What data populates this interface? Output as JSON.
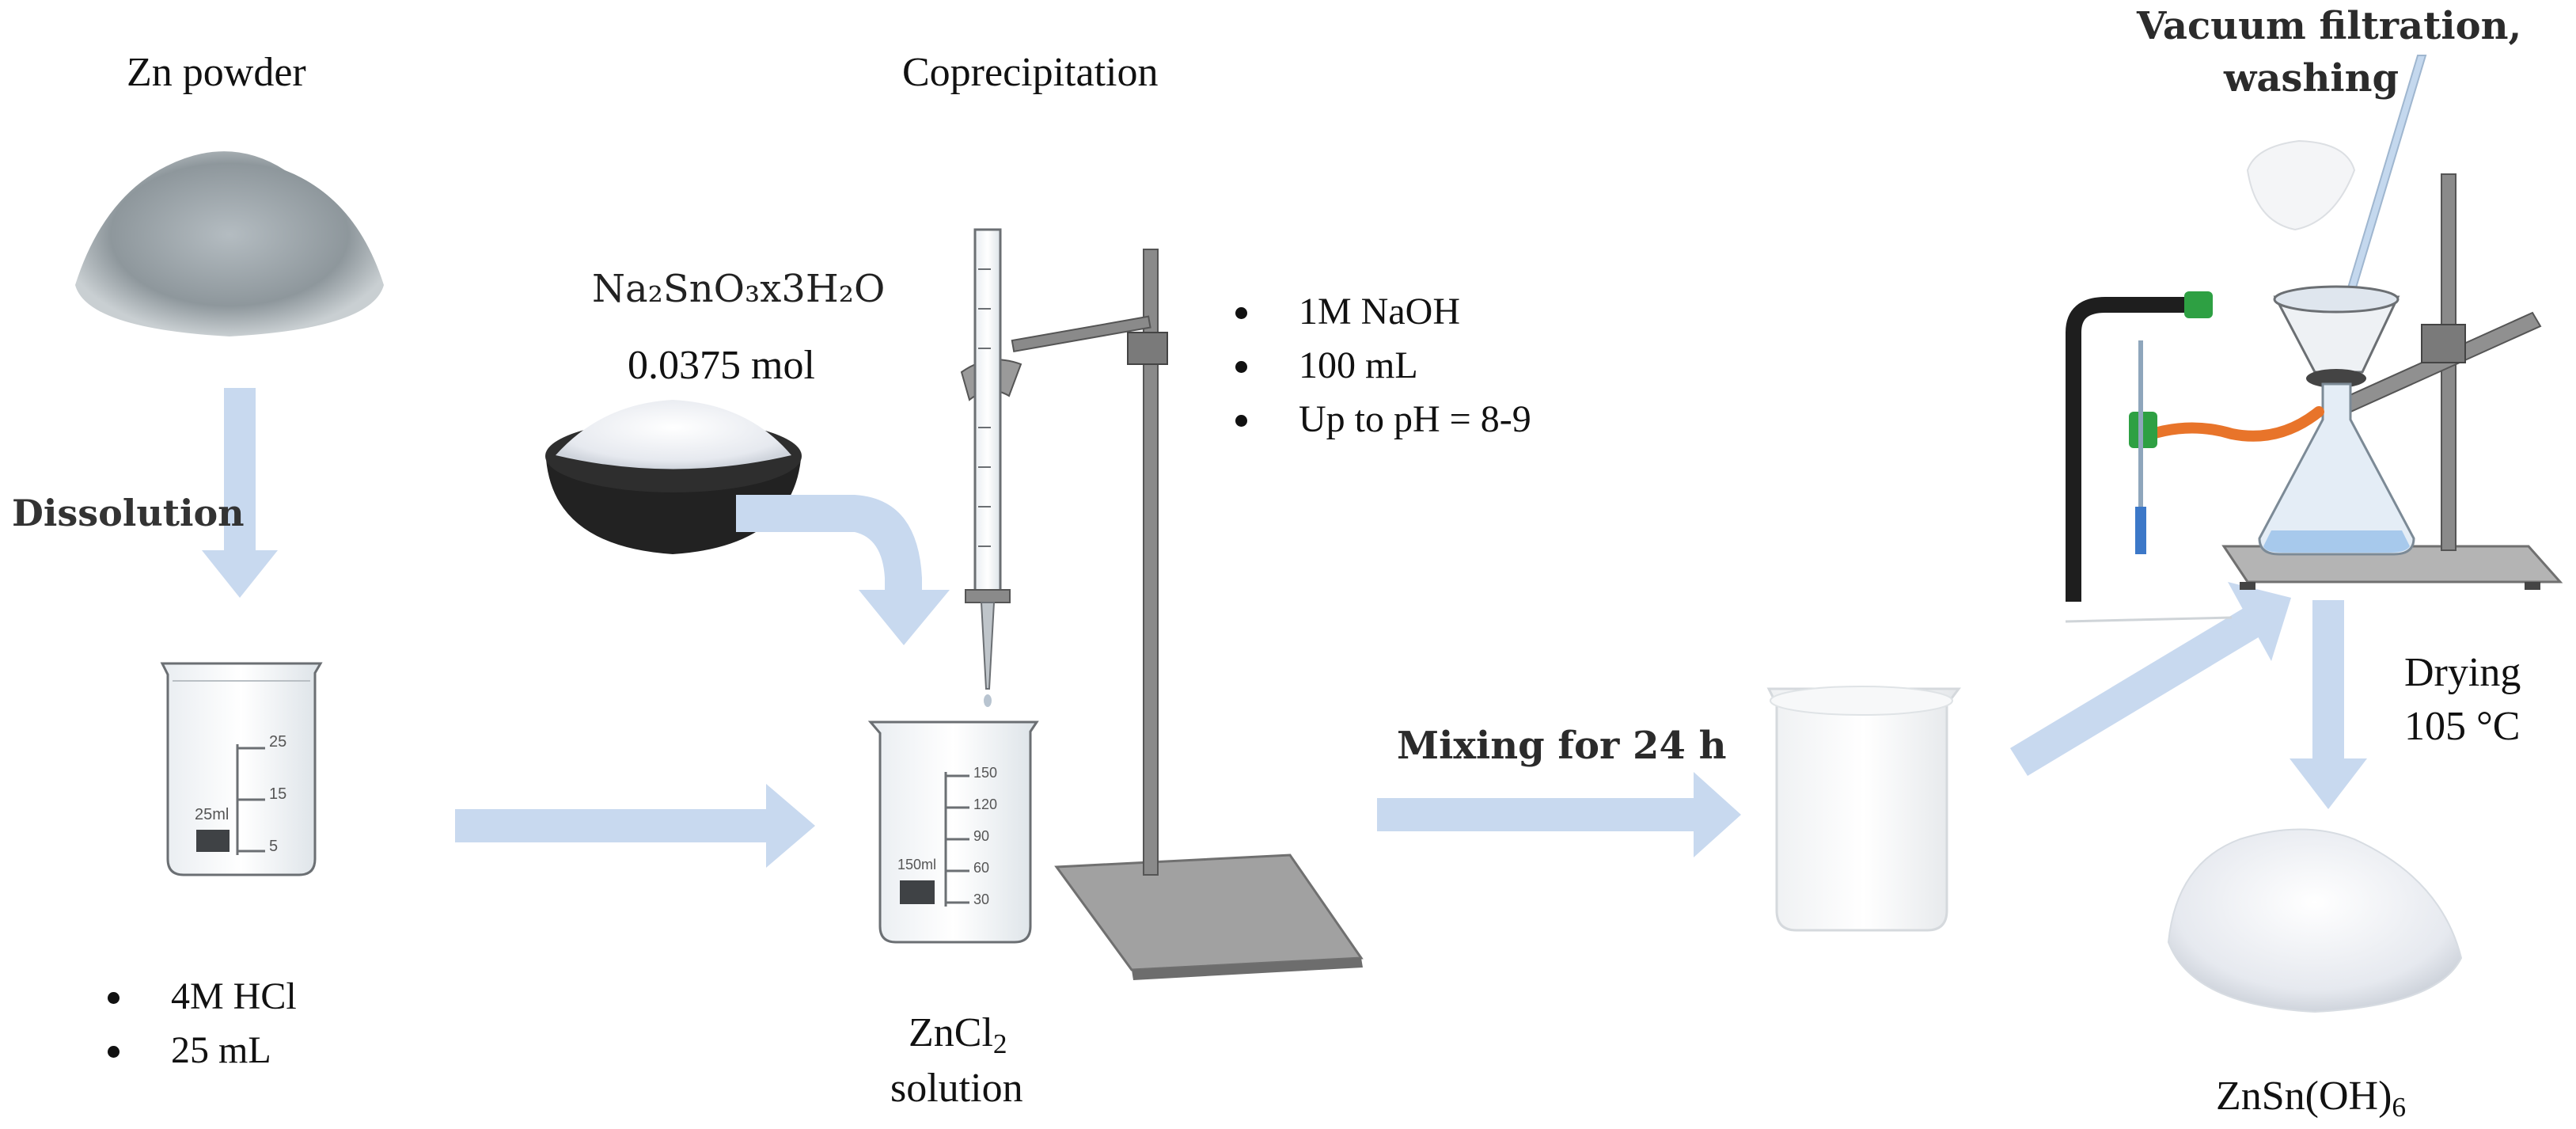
{
  "labels": {
    "zn_powder": "Zn powder",
    "coprecipitation": "Coprecipitation",
    "vacuum_line1": "Vacuum filtration,",
    "vacuum_line2": "washing",
    "dissolution": "Dissolution",
    "stannate_formula": "Na₂SnO₃x3H₂O",
    "stannate_amount": "0.0375 mol",
    "mixing": "Mixing for 24 h",
    "drying": "Drying",
    "drying_temp": "105 °C",
    "zncl_main": "ZnCl",
    "zncl_sub": "2",
    "zncl_solution": "solution",
    "product_main": "ZnSn(OH)",
    "product_sub": "6"
  },
  "hcl_conditions": [
    "4M HCl",
    "25 mL"
  ],
  "naoh_conditions": [
    "1M NaOH",
    "100 mL",
    "Up to pH = 8-9"
  ],
  "beaker_small_marks": [
    "25",
    "15",
    "5"
  ],
  "beaker_small_label": "25ml",
  "beaker_large_marks": [
    "150",
    "120",
    "90",
    "60",
    "30"
  ],
  "beaker_large_label": "150ml",
  "colors": {
    "arrow": "#c8d9ef",
    "stand_metal": "#7a7a7a",
    "stand_base": "#9a9a9a",
    "zinc_powder": "#9ba3a8",
    "white_powder": "#f2f4f8",
    "bowl": "#222222",
    "hose_orange": "#e8742a",
    "tap_green": "#2ea043",
    "text": "#111111"
  }
}
